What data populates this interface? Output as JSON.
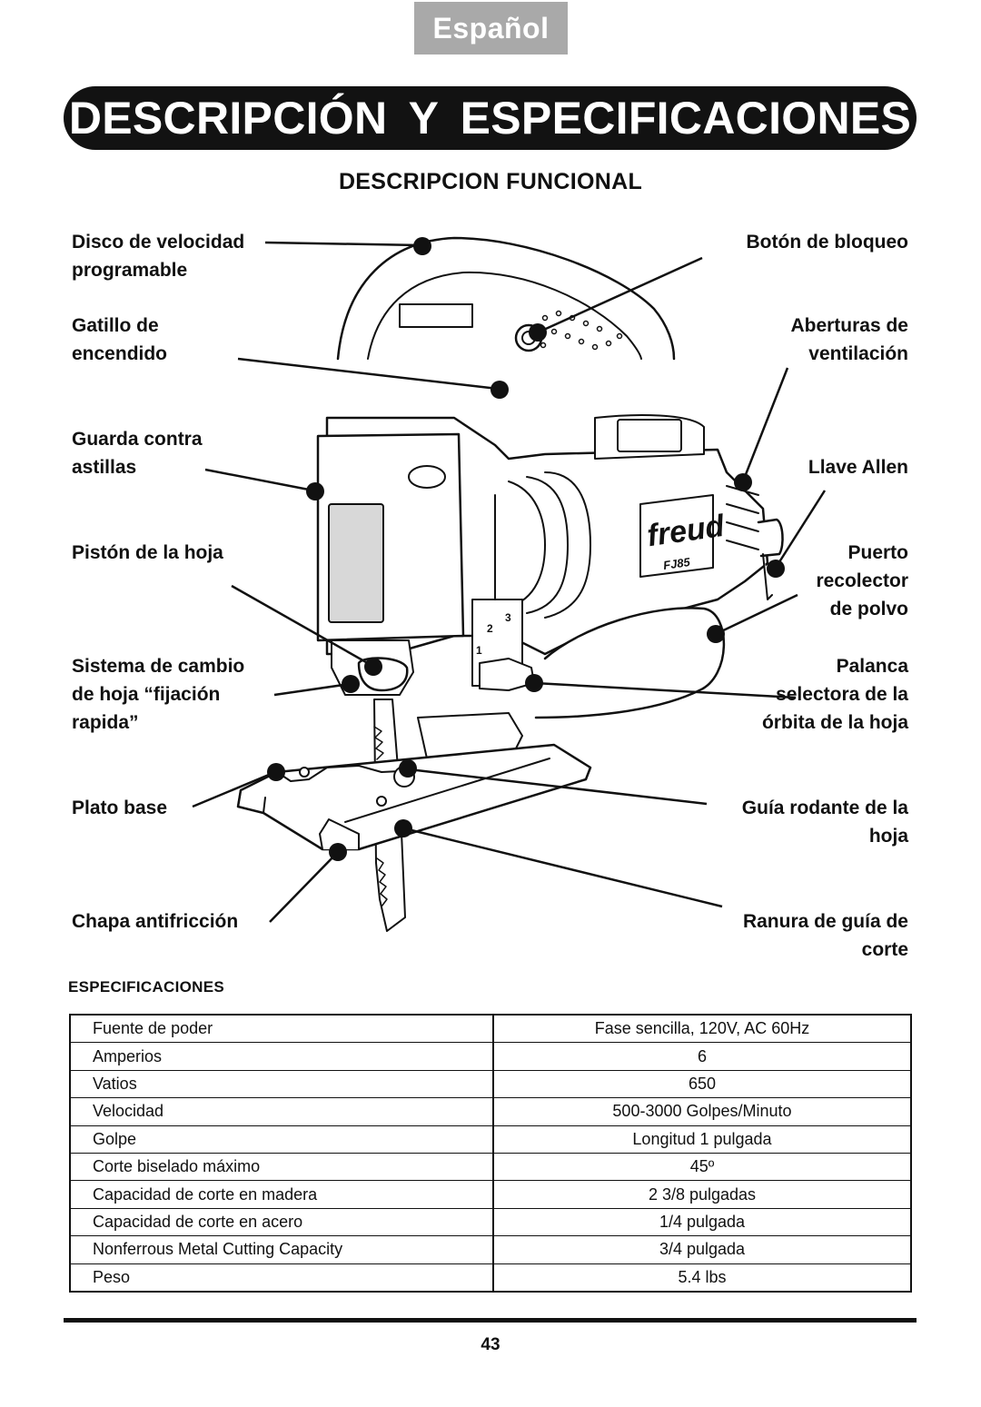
{
  "header": {
    "language_tab": "Español",
    "title": "DESCRIPCIÓN Y ESPECIFICACIONES"
  },
  "diagram": {
    "section_title": "DESCRIPCION FUNCIONAL",
    "brand_logo": "freud",
    "model_badge": "FJ85",
    "dial_numbers": [
      "1",
      "2",
      "3"
    ],
    "left_labels": [
      {
        "lines": [
          "Disco de velocidad",
          "programable"
        ]
      },
      {
        "lines": [
          "Gatillo de",
          "encendido"
        ]
      },
      {
        "lines": [
          "Guarda contra",
          "astillas"
        ]
      },
      {
        "lines": [
          "Pistón de la hoja"
        ]
      },
      {
        "lines": [
          "Sistema de cambio",
          "de hoja “fijación",
          "rapida”"
        ]
      },
      {
        "lines": [
          "Plato base"
        ]
      },
      {
        "lines": [
          "Chapa antifricción"
        ]
      }
    ],
    "right_labels": [
      {
        "lines": [
          "Botón de bloqueo"
        ]
      },
      {
        "lines": [
          "Aberturas de",
          "ventilación"
        ]
      },
      {
        "lines": [
          "Llave Allen"
        ]
      },
      {
        "lines": [
          "Puerto",
          "recolector",
          "de  polvo"
        ]
      },
      {
        "lines": [
          "Palanca",
          "selectora  de la",
          "órbita  de la hoja"
        ]
      },
      {
        "lines": [
          "Guía  rodante de la",
          "hoja"
        ]
      },
      {
        "lines": [
          "Ranura de guía de",
          "corte"
        ]
      }
    ]
  },
  "specifications": {
    "title": "ESPECIFICACIONES",
    "rows": [
      {
        "name": "Fuente de poder",
        "value": "Fase sencilla, 120V, AC 60Hz"
      },
      {
        "name": "Amperios",
        "value": "6"
      },
      {
        "name": "Vatios",
        "value": "650"
      },
      {
        "name": "Velocidad",
        "value": "500-3000 Golpes/Minuto"
      },
      {
        "name": "Golpe",
        "value": "Longitud 1 pulgada"
      },
      {
        "name": "Corte biselado máximo",
        "value": "45º"
      },
      {
        "name": "Capacidad de corte en madera",
        "value": "2 3/8  pulgadas"
      },
      {
        "name": "Capacidad de corte en acero",
        "value": "1/4 pulgada"
      },
      {
        "name": "Nonferrous Metal Cutting Capacity",
        "value": "3/4 pulgada"
      },
      {
        "name": "Peso",
        "value": "5.4 lbs"
      }
    ]
  },
  "footer": {
    "page_number": "43"
  }
}
